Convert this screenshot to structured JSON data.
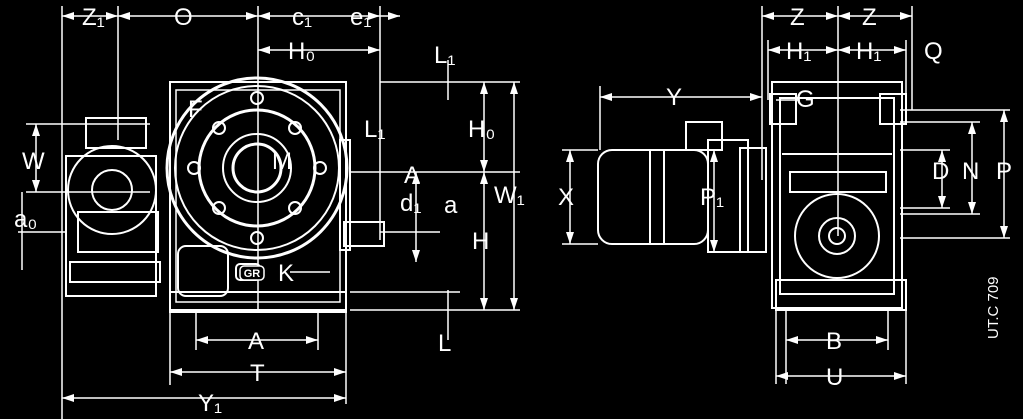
{
  "diagram": {
    "left_view_labels": {
      "Z1": "Z₁",
      "O": "O",
      "c1": "c₁",
      "e1": "e₁",
      "H0_top": "H₀",
      "L1_top": "L₁",
      "L1_mid": "L₁",
      "H0_right": "H₀",
      "F": "F",
      "M": "M",
      "W": "W",
      "a0": "a₀",
      "A_right": "A",
      "d1": "d₁",
      "a": "a",
      "W1": "W₁",
      "H": "H",
      "K": "K",
      "L": "L",
      "A_bottom": "A",
      "T": "T",
      "Y1": "Y₁",
      "badge": "GR"
    },
    "right_view_labels": {
      "Z_left": "Z",
      "Z_right": "Z",
      "H1_left": "H₁",
      "H1_right": "H₁",
      "Q": "Q",
      "Y": "Y",
      "G": "G",
      "X": "X",
      "P1": "P₁",
      "D": "D",
      "N": "N",
      "P": "P",
      "B": "B",
      "U": "U"
    },
    "drawing_code": "UT.C 709"
  }
}
